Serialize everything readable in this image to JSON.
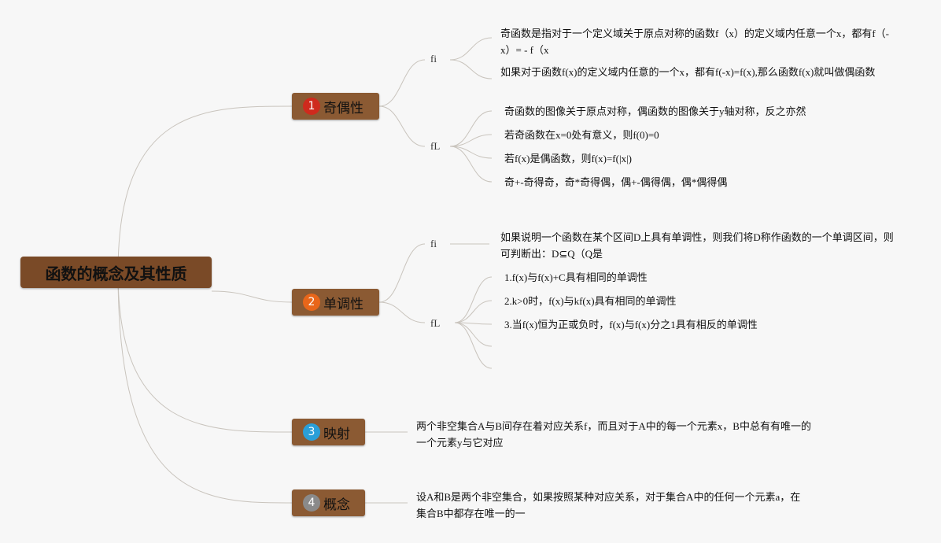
{
  "root": {
    "title": "函数的概念及其性质"
  },
  "colors": {
    "root_bg": "#7a4a27",
    "branch_bg": "#8b5a33",
    "line": "#c9c4bd"
  },
  "branches": [
    {
      "num": "1",
      "label": "奇偶性",
      "badge_color": "#cf2a1d",
      "subs": [
        {
          "label": "fi",
          "leaves": [
            "奇函数是指对于一个定义域关于原点对称的函数f（x）的定义域内任意一个x，都有f（-x）= - f（x",
            "如果对于函数f(x)的定义域内任意的一个x，都有f(-x)=f(x),那么函数f(x)就叫做偶函数"
          ]
        },
        {
          "label": "fL",
          "leaves": [
            "奇函数的图像关于原点对称，偶函数的图像关于y轴对称，反之亦然",
            "若奇函数在x=0处有意义，则f(0)=0",
            "若f(x)是偶函数，则f(x)=f(|x|)",
            "奇+-奇得奇，奇*奇得偶，偶+-偶得偶，偶*偶得偶"
          ]
        }
      ]
    },
    {
      "num": "2",
      "label": "单调性",
      "badge_color": "#e8661a",
      "subs": [
        {
          "label": "fi",
          "leaves": [
            "如果说明一个函数在某个区间D上具有单调性，则我们将D称作函数的一个单调区间，则可判断出：D⊆Q（Q是"
          ]
        },
        {
          "label": "fL",
          "leaves": [
            "1.f(x)与f(x)+C具有相同的单调性",
            "2.k>0时，f(x)与kf(x)具有相同的单调性",
            "3.当f(x)恒为正或负时，f(x)与f(x)分之1具有相反的单调性",
            "",
            ""
          ]
        }
      ]
    },
    {
      "num": "3",
      "label": "映射",
      "badge_color": "#2a9fd8",
      "leaf": "两个非空集合A与B间存在着对应关系f，而且对于A中的每一个元素x，B中总有有唯一的一个元素y与它对应"
    },
    {
      "num": "4",
      "label": "概念",
      "badge_color": "#8a8a8a",
      "leaf": "设A和B是两个非空集合，如果按照某种对应关系，对于集合A中的任何一个元素a，在集合B中都存在唯一的一"
    }
  ]
}
